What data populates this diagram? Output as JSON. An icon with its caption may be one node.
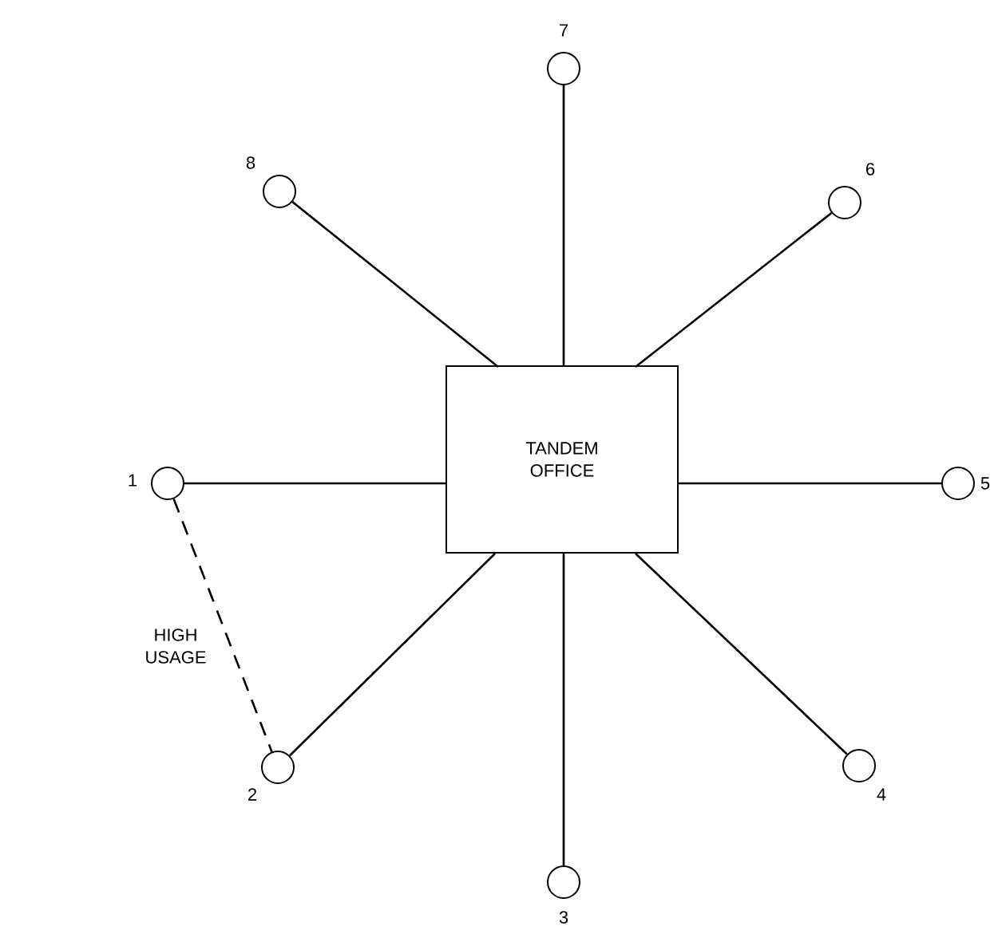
{
  "diagram": {
    "nodes": [
      {
        "text": [
          "TANDEM OFFICE"
        ]
      },
      {
        "text": [],
        "shape": "circle",
        "beside": [
          "1"
        ]
      },
      {
        "text": [],
        "shape": "circle",
        "beside": [
          "2"
        ]
      },
      {
        "text": [],
        "shape": "circle",
        "beside": [
          "3"
        ]
      },
      {
        "text": [],
        "shape": "circle",
        "beside": [
          "4"
        ]
      },
      {
        "text": [],
        "shape": "circle",
        "beside": [
          "5"
        ]
      },
      {
        "text": [],
        "shape": "circle",
        "beside": [
          "6"
        ]
      },
      {
        "text": [],
        "shape": "circle",
        "beside": [
          "7"
        ]
      },
      {
        "text": [],
        "shape": "circle",
        "beside": [
          "8"
        ]
      }
    ],
    "edges": [
      {
        "from": 0,
        "to": 1,
        "arrow": "none"
      },
      {
        "from": 0,
        "to": 2,
        "arrow": "none"
      },
      {
        "from": 0,
        "to": 3,
        "arrow": "none"
      },
      {
        "from": 0,
        "to": 4,
        "arrow": "none"
      },
      {
        "from": 0,
        "to": 5,
        "arrow": "none"
      },
      {
        "from": 0,
        "to": 6,
        "arrow": "none"
      },
      {
        "from": 0,
        "to": 7,
        "arrow": "none"
      },
      {
        "from": 0,
        "to": 8,
        "arrow": "none"
      },
      {
        "from": 1,
        "to": 2,
        "arrow": "none",
        "style": "dashed",
        "label": "HIGH USAGE"
      }
    ]
  }
}
